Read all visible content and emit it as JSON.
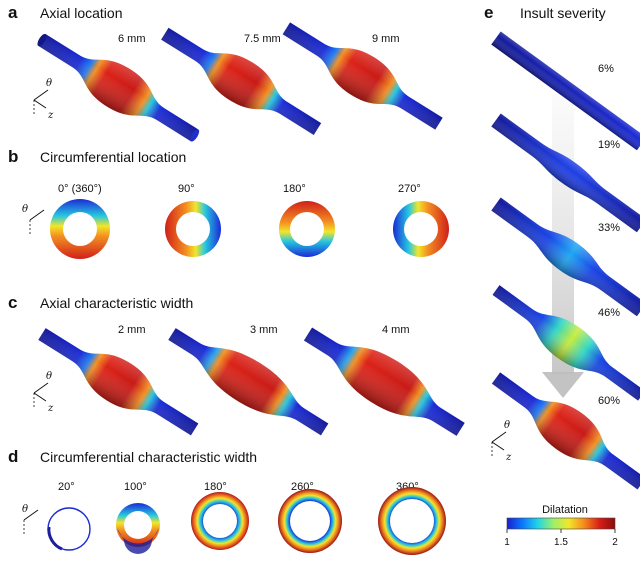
{
  "panels": {
    "a": {
      "letter": "a",
      "title": "Axial location",
      "cases": [
        "6 mm",
        "7.5 mm",
        "9 mm"
      ]
    },
    "b": {
      "letter": "b",
      "title": "Circumferential location",
      "cases": [
        "0° (360°)",
        "90°",
        "180°",
        "270°"
      ]
    },
    "c": {
      "letter": "c",
      "title": "Axial characteristic width",
      "cases": [
        "2 mm",
        "3 mm",
        "4 mm"
      ]
    },
    "d": {
      "letter": "d",
      "title": "Circumferential characteristic width",
      "cases": [
        "20°",
        "100°",
        "180°",
        "260°",
        "360°"
      ]
    },
    "e": {
      "letter": "e",
      "title": "Insult severity",
      "cases": [
        "6%",
        "19%",
        "33%",
        "46%",
        "60%"
      ]
    }
  },
  "axis_symbols": {
    "theta": "θ",
    "z": "z"
  },
  "colorbar": {
    "label": "Dilatation",
    "ticks": [
      "1",
      "1.5",
      "2"
    ],
    "colors": [
      "#1b1fd0",
      "#0a78ff",
      "#22d4e6",
      "#9bf06a",
      "#f2e62a",
      "#f48a1c",
      "#d91d16",
      "#8a0d0d"
    ]
  }
}
